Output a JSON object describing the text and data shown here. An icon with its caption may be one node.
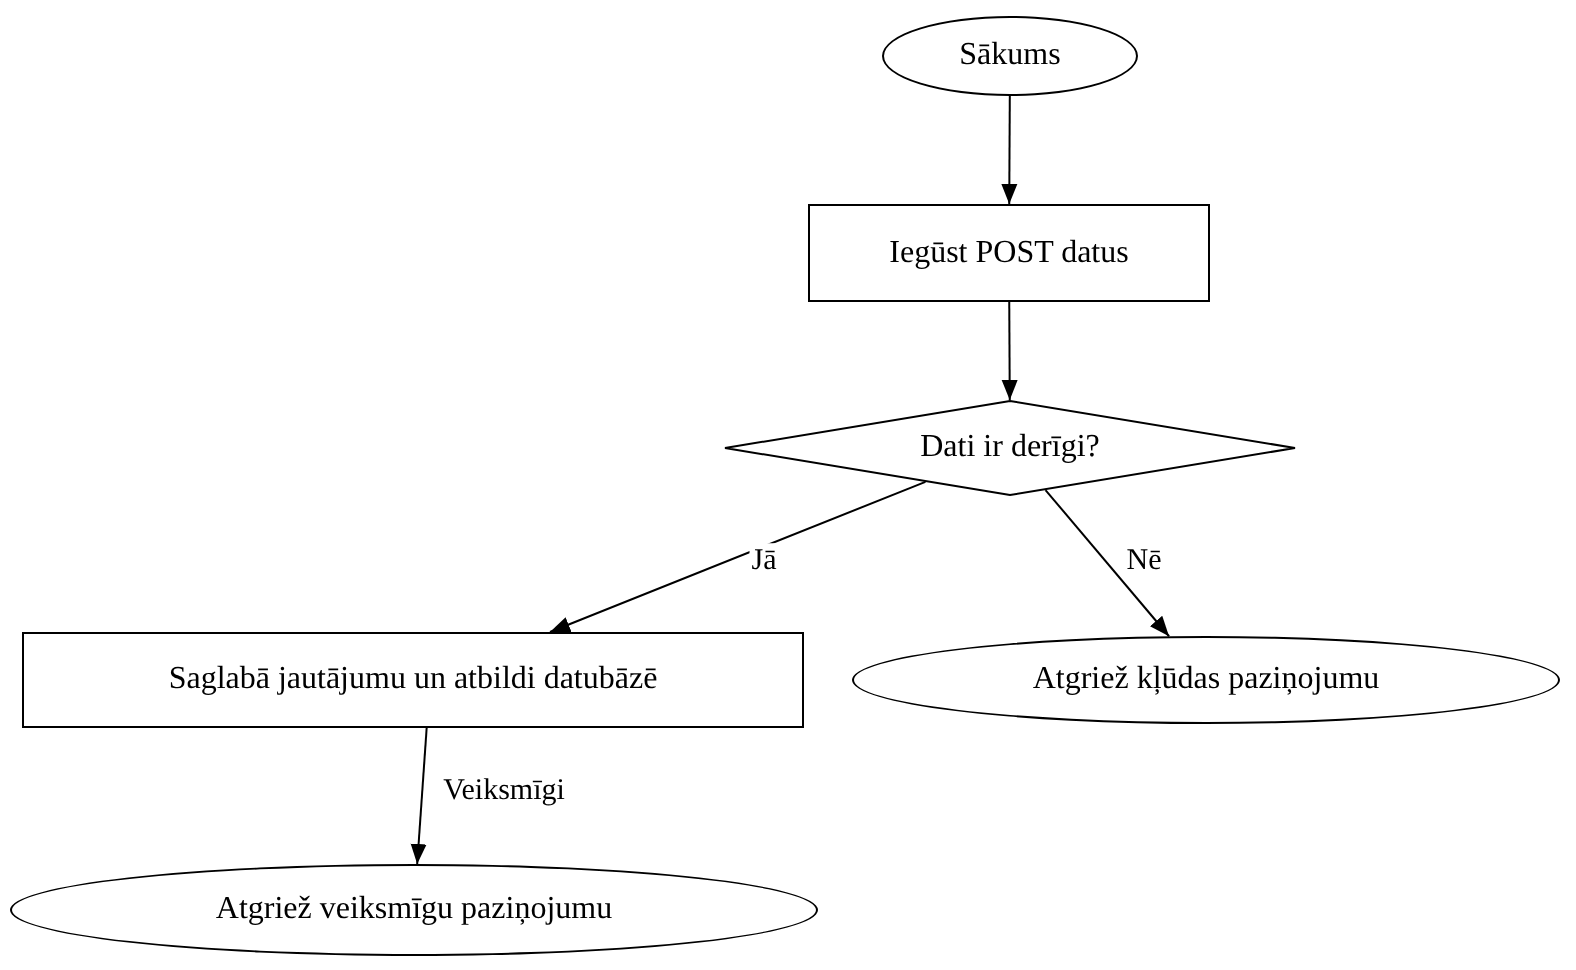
{
  "diagram": {
    "nodes": [
      {
        "text": [
          "Sākums"
        ]
      },
      {
        "text": [
          "Iegūst POST datus"
        ]
      },
      {
        "text": [
          "Dati ir derīgi?"
        ]
      },
      {
        "text": [
          "Saglabā jautājumu un atbildi datubāzē"
        ]
      },
      {
        "text": [
          "Atgriež kļūdas paziņojumu"
        ]
      },
      {
        "text": [
          "Atgriež veiksmīgu paziņojumu"
        ]
      }
    ],
    "edges": [
      {
        "from": 0,
        "to": 1,
        "arrow": "to"
      },
      {
        "from": 1,
        "to": 2,
        "arrow": "to"
      },
      {
        "from": 2,
        "to": 3,
        "arrow": "to",
        "label": "Jā"
      },
      {
        "from": 2,
        "to": 4,
        "arrow": "to",
        "label": "Nē"
      },
      {
        "from": 3,
        "to": 5,
        "arrow": "to",
        "label": "Veiksmīgi"
      }
    ]
  }
}
